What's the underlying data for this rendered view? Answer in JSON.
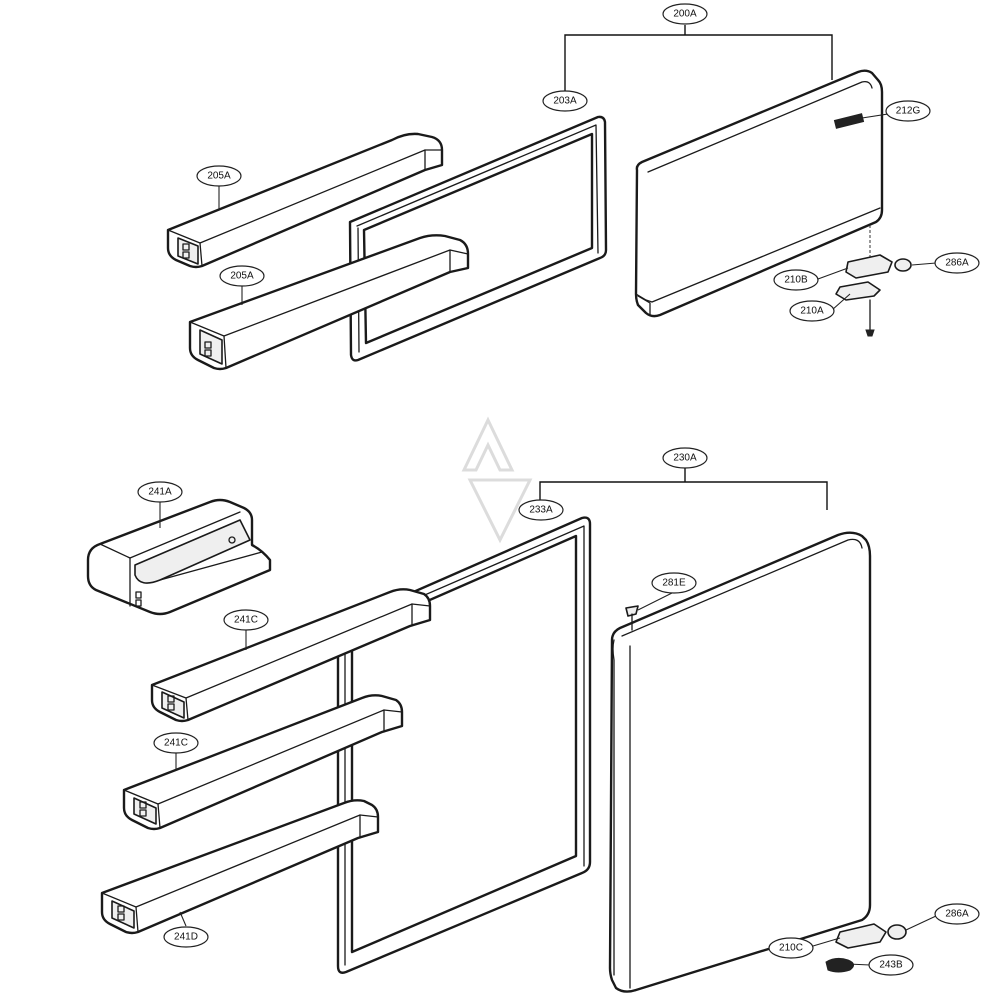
{
  "callouts": {
    "c200A_top": "200A",
    "c203A": "203A",
    "c212G": "212G",
    "c205A_upper": "205A",
    "c205A_lower": "205A",
    "c210B": "210B",
    "c286A_top": "286A",
    "c210A": "210A",
    "c230A": "230A",
    "c241A": "241A",
    "c233A": "233A",
    "c281E": "281E",
    "c241C_upper": "241C",
    "c241C_lower": "241C",
    "c241D": "241D",
    "c286A_bottom": "286A",
    "c210C": "210C",
    "c243B": "243B"
  },
  "colors": {
    "line": "#1a1a1a",
    "background": "#ffffff",
    "watermark": "#dcdcdc"
  }
}
